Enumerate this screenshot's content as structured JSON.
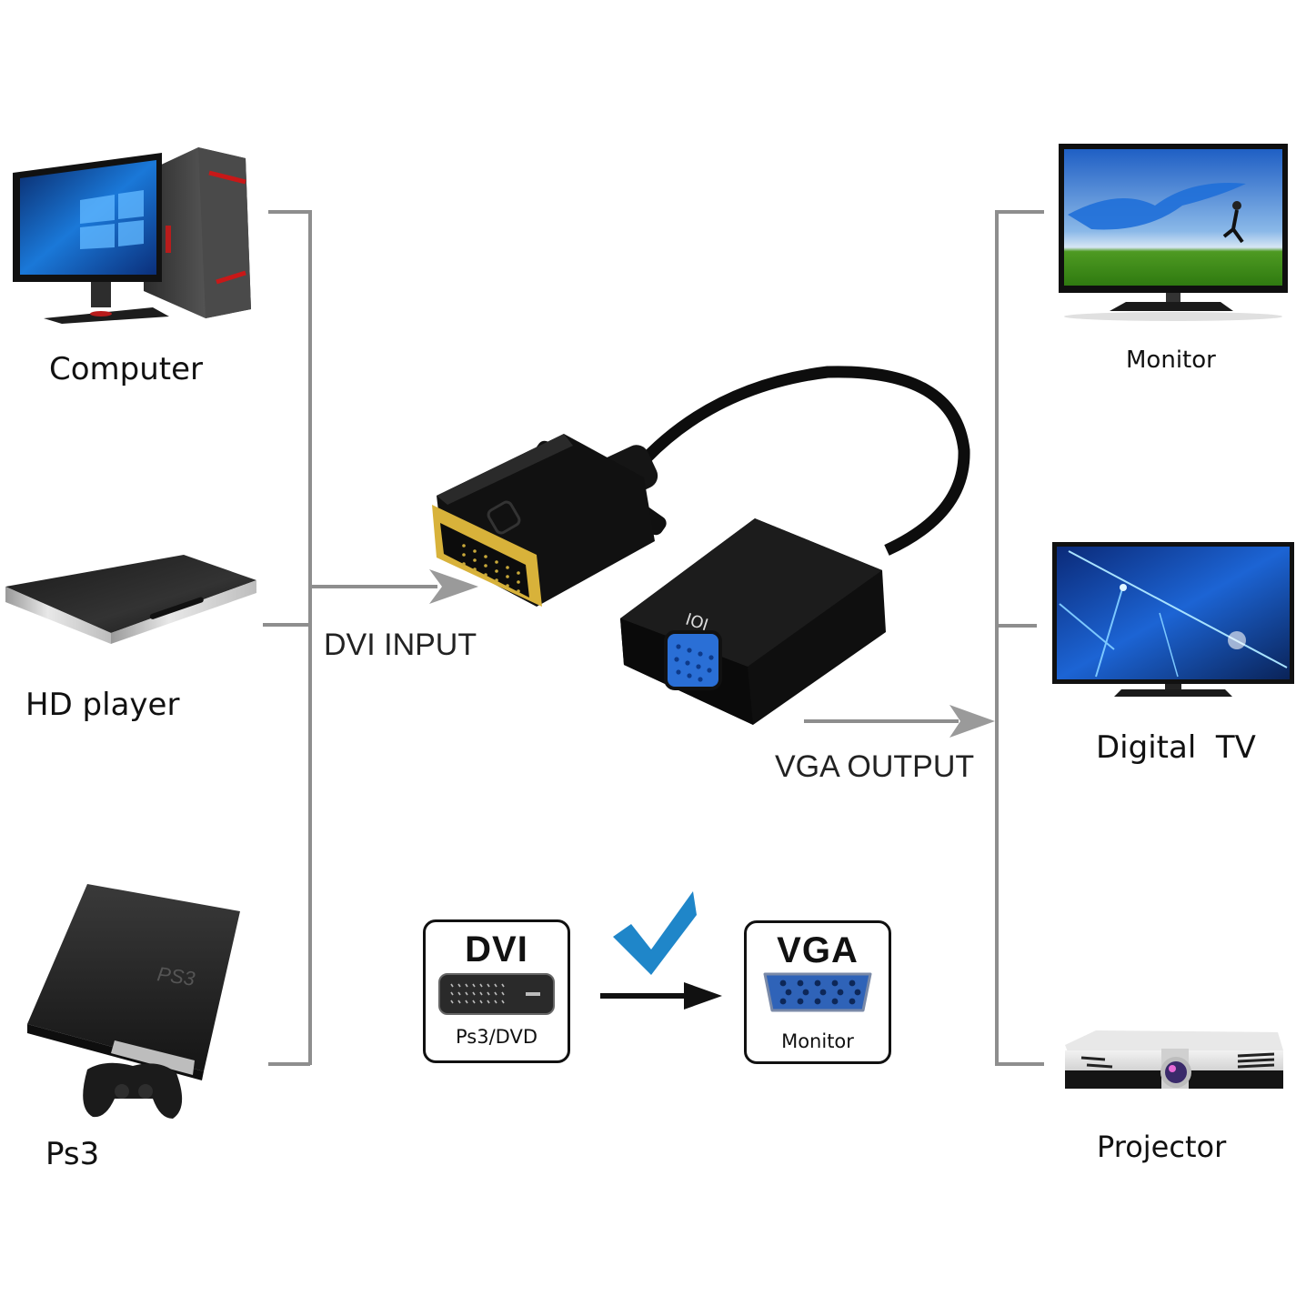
{
  "sources": [
    {
      "label": "Computer",
      "icon": "desktop-computer-icon"
    },
    {
      "label": "HD player",
      "icon": "hd-player-icon"
    },
    {
      "label": "Ps3",
      "icon": "ps3-console-icon"
    }
  ],
  "outputs": [
    {
      "label": "Monitor",
      "icon": "monitor-icon"
    },
    {
      "label": "Digital  TV",
      "icon": "digital-tv-icon"
    },
    {
      "label": "Projector",
      "icon": "projector-icon"
    }
  ],
  "adapter": {
    "input_label": "DVI INPUT",
    "output_label": "VGA OUTPUT",
    "port_glyph": "IOI"
  },
  "legend": {
    "from": {
      "title": "DVI",
      "subtitle": "Ps3/DVD"
    },
    "to": {
      "title": "VGA",
      "subtitle": "Monitor"
    }
  },
  "colors": {
    "connector_line": "#8e8e8e",
    "vga_blue": "#2a6fd6",
    "check_blue": "#1f86c9",
    "dvi_gold": "#d8b23a"
  }
}
